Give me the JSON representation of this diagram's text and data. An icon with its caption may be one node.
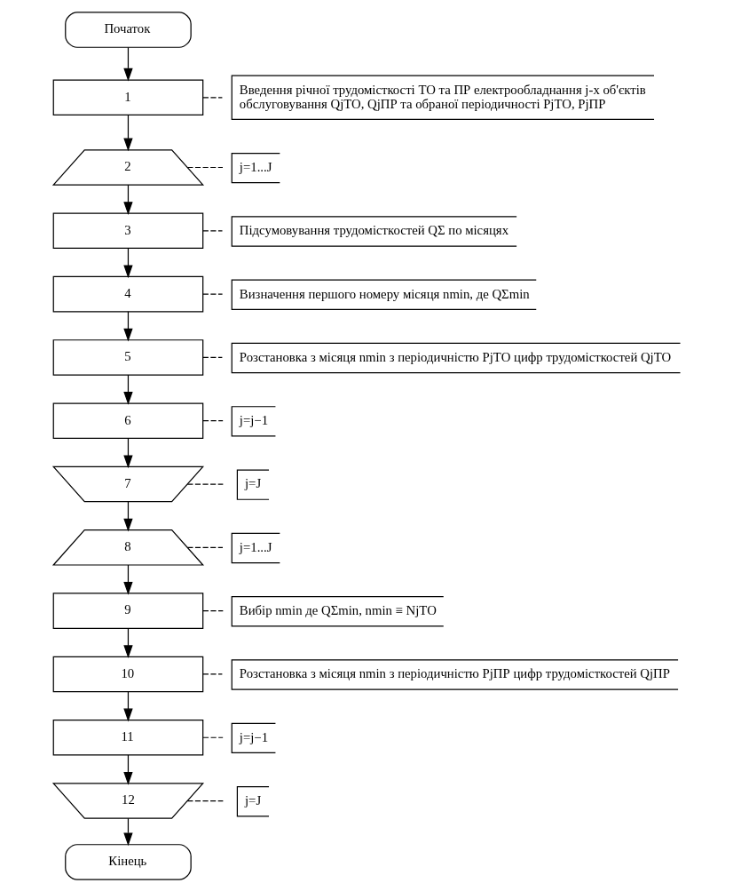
{
  "diagram": {
    "nodes": [
      {
        "text": [
          "Початок"
        ]
      },
      {
        "text": [
          "1"
        ]
      },
      {
        "text": [
          "Введення річної трудомісткості ТО та ПР електрообладнання j-х об'єктів обслуговування QjТО, QjПР та обраної періодичності PjТО, PjПР"
        ]
      },
      {
        "text": [
          "2"
        ]
      },
      {
        "text": [
          "j=1...J"
        ]
      },
      {
        "text": [
          "3"
        ]
      },
      {
        "text": [
          "Підсумовування трудомісткостей QΣ по місяцях"
        ]
      },
      {
        "text": [
          "4"
        ]
      },
      {
        "text": [
          "Визначення першого номеру місяця nmin, де QΣmin"
        ]
      },
      {
        "text": [
          "5"
        ]
      },
      {
        "text": [
          "Розстановка з місяця nmin з періодичністю PjТО цифр трудомісткостей QjТО"
        ]
      },
      {
        "text": [
          "6"
        ]
      },
      {
        "text": [
          "j=j−1"
        ]
      },
      {
        "text": [
          "7"
        ]
      },
      {
        "text": [
          "j=J"
        ]
      },
      {
        "text": [
          "8"
        ]
      },
      {
        "text": [
          "j=1...J"
        ]
      },
      {
        "text": [
          "9"
        ]
      },
      {
        "text": [
          "Вибір nmin де QΣmin, nmin ≡ NjТО"
        ]
      },
      {
        "text": [
          "10"
        ]
      },
      {
        "text": [
          "Розстановка з місяця nmin з періодичністю PjПР цифр трудомісткостей QjПР"
        ]
      },
      {
        "text": [
          "11"
        ]
      },
      {
        "text": [
          "j=j−1"
        ]
      },
      {
        "text": [
          "12"
        ]
      },
      {
        "text": [
          "j=J"
        ]
      },
      {
        "text": [
          "Кінець"
        ]
      }
    ],
    "edges": [
      {
        "from": 0,
        "to": 1,
        "arrow": "to"
      },
      {
        "from": 1,
        "to": 2,
        "arrow": "none",
        "style": "dashed"
      },
      {
        "from": 1,
        "to": 3,
        "arrow": "to"
      },
      {
        "from": 3,
        "to": 4,
        "arrow": "none",
        "style": "dashed"
      },
      {
        "from": 3,
        "to": 5,
        "arrow": "to"
      },
      {
        "from": 5,
        "to": 6,
        "arrow": "none",
        "style": "dashed"
      },
      {
        "from": 5,
        "to": 7,
        "arrow": "to"
      },
      {
        "from": 7,
        "to": 8,
        "arrow": "none",
        "style": "dashed"
      },
      {
        "from": 7,
        "to": 9,
        "arrow": "to"
      },
      {
        "from": 9,
        "to": 10,
        "arrow": "none",
        "style": "dashed"
      },
      {
        "from": 9,
        "to": 11,
        "arrow": "to"
      },
      {
        "from": 11,
        "to": 12,
        "arrow": "none",
        "style": "dashed"
      },
      {
        "from": 11,
        "to": 13,
        "arrow": "to"
      },
      {
        "from": 13,
        "to": 14,
        "arrow": "none",
        "style": "dashed"
      },
      {
        "from": 13,
        "to": 15,
        "arrow": "to"
      },
      {
        "from": 15,
        "to": 16,
        "arrow": "none",
        "style": "dashed"
      },
      {
        "from": 15,
        "to": 17,
        "arrow": "to"
      },
      {
        "from": 17,
        "to": 18,
        "arrow": "none",
        "style": "dashed"
      },
      {
        "from": 17,
        "to": 19,
        "arrow": "to"
      },
      {
        "from": 19,
        "to": 20,
        "arrow": "none",
        "style": "dashed"
      },
      {
        "from": 19,
        "to": 21,
        "arrow": "to"
      },
      {
        "from": 21,
        "to": 22,
        "arrow": "none",
        "style": "dashed"
      },
      {
        "from": 21,
        "to": 23,
        "arrow": "to"
      },
      {
        "from": 23,
        "to": 24,
        "arrow": "none",
        "style": "dashed"
      },
      {
        "from": 23,
        "to": 25,
        "arrow": "to"
      }
    ]
  }
}
